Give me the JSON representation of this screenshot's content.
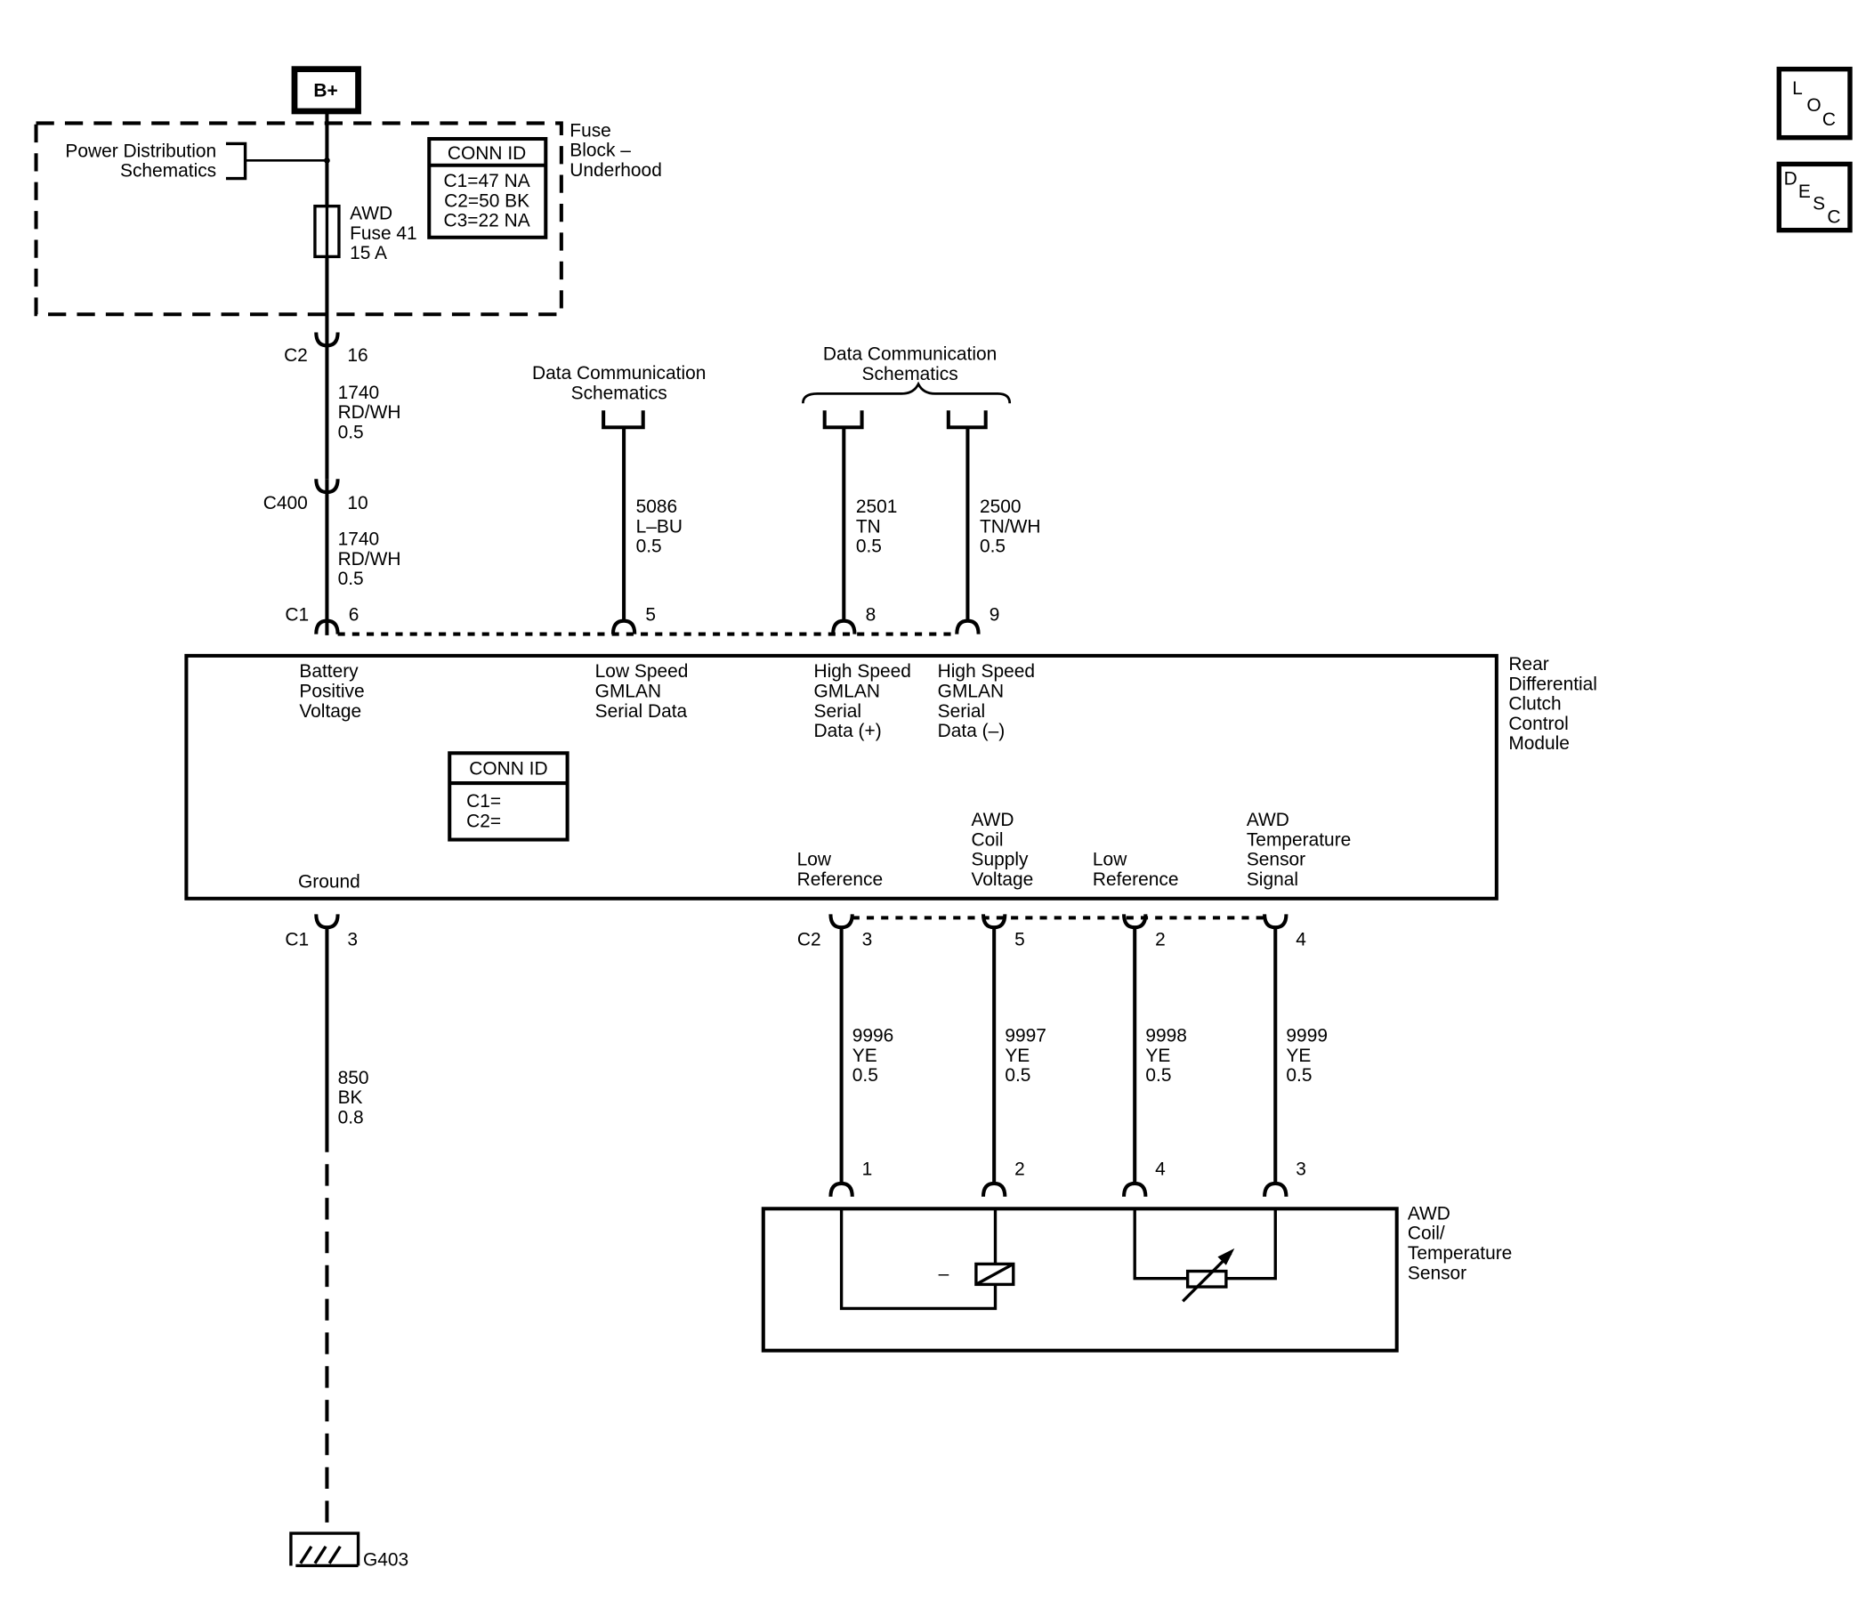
{
  "battery": {
    "label": "B+"
  },
  "fuse_block": {
    "name": [
      "Fuse",
      "Block –",
      "Underhood"
    ],
    "power_link": [
      "Power Distribution",
      "Schematics"
    ],
    "fuse": [
      "AWD",
      "Fuse 41",
      "15 A"
    ],
    "conn_id": {
      "title": "CONN ID",
      "lines": [
        "C1=47 NA",
        "C2=50 BK",
        "C3=22 NA"
      ]
    }
  },
  "power_circuit": {
    "seg1": {
      "connector": "C2",
      "pin": "16",
      "wire": [
        "1740",
        "RD/WH",
        "0.5"
      ]
    },
    "seg2": {
      "connector": "C400",
      "pin": "10",
      "wire": [
        "1740",
        "RD/WH",
        "0.5"
      ]
    }
  },
  "data_links": {
    "low_speed": [
      "Data Communication",
      "Schematics"
    ],
    "high_speed": [
      "Data Communication",
      "Schematics"
    ]
  },
  "module": {
    "name": [
      "Rear",
      "Differential",
      "Clutch",
      "Control",
      "Module"
    ],
    "conn_id": {
      "title": "CONN ID",
      "lines": [
        "C1=",
        "C2="
      ]
    },
    "c1_label": "C1",
    "c2_label": "C2",
    "ground_connector": "C1",
    "top_pins": [
      {
        "pin": "6",
        "wire": [
          "1740",
          "RD/WH",
          "0.5"
        ],
        "label": [
          "Battery",
          "Positive",
          "Voltage"
        ]
      },
      {
        "pin": "5",
        "wire": [
          "5086",
          "L–BU",
          "0.5"
        ],
        "label": [
          "Low Speed",
          "GMLAN",
          "Serial Data"
        ]
      },
      {
        "pin": "8",
        "wire": [
          "2501",
          "TN",
          "0.5"
        ],
        "label": [
          "High Speed",
          "GMLAN",
          "Serial",
          "Data (+)"
        ]
      },
      {
        "pin": "9",
        "wire": [
          "2500",
          "TN/WH",
          "0.5"
        ],
        "label": [
          "High Speed",
          "GMLAN",
          "Serial",
          "Data (–)"
        ]
      }
    ],
    "ground_pin": {
      "pin": "3",
      "wire": [
        "850",
        "BK",
        "0.8"
      ],
      "label": [
        "Ground"
      ]
    },
    "bottom_pins": [
      {
        "pin": "3",
        "label": [
          "Low",
          "Reference"
        ],
        "wire": [
          "9996",
          "YE",
          "0.5"
        ],
        "sensor_pin": "1"
      },
      {
        "pin": "5",
        "label": [
          "AWD",
          "Coil",
          "Supply",
          "Voltage"
        ],
        "wire": [
          "9997",
          "YE",
          "0.5"
        ],
        "sensor_pin": "2"
      },
      {
        "pin": "2",
        "label": [
          "Low",
          "Reference"
        ],
        "wire": [
          "9998",
          "YE",
          "0.5"
        ],
        "sensor_pin": "4"
      },
      {
        "pin": "4",
        "label": [
          "AWD",
          "Temperature",
          "Sensor",
          "Signal"
        ],
        "wire": [
          "9999",
          "YE",
          "0.5"
        ],
        "sensor_pin": "3"
      }
    ]
  },
  "sensor": {
    "name": [
      "AWD",
      "Coil/",
      "Temperature",
      "Sensor"
    ],
    "coil_mark": "–"
  },
  "ground": {
    "label": "G403"
  },
  "side_icons": {
    "loc": [
      "L",
      "O",
      "C"
    ],
    "desc": [
      "D",
      "E",
      "S",
      "C"
    ]
  }
}
